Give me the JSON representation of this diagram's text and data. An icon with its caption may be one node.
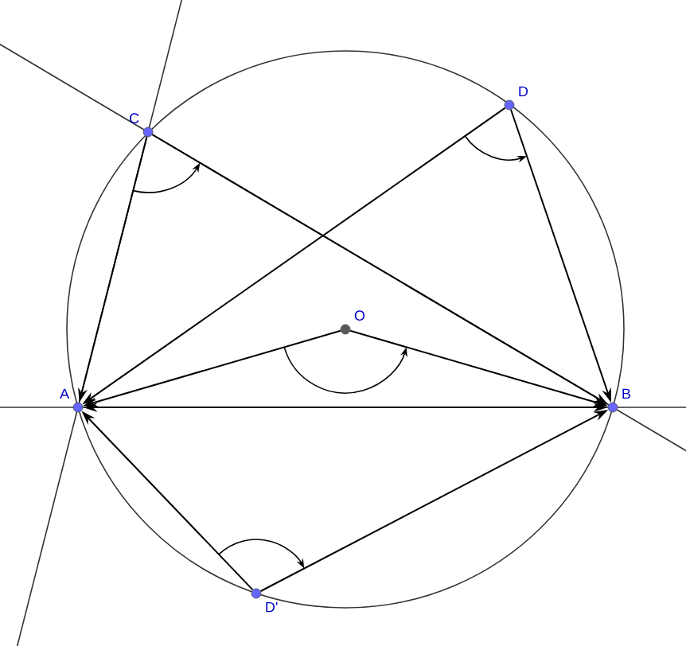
{
  "diagram": {
    "nodes": [
      {
        "text": [
          "C"
        ]
      },
      {
        "text": [
          "D"
        ]
      },
      {
        "text": [
          "O"
        ]
      },
      {
        "text": [
          "A"
        ]
      },
      {
        "text": [
          "B"
        ]
      },
      {
        "text": [
          "D'"
        ]
      }
    ],
    "edges": [
      {
        "from": 0,
        "to": 3,
        "arrow": "to"
      },
      {
        "from": 0,
        "to": 4,
        "arrow": "to"
      },
      {
        "from": 1,
        "to": 3,
        "arrow": "to"
      },
      {
        "from": 1,
        "to": 4,
        "arrow": "to"
      },
      {
        "from": 2,
        "to": 3,
        "arrow": "to"
      },
      {
        "from": 2,
        "to": 4,
        "arrow": "to"
      },
      {
        "from": 3,
        "to": 4,
        "arrow": "both"
      },
      {
        "from": 5,
        "to": 3,
        "arrow": "to"
      },
      {
        "from": 5,
        "to": 4,
        "arrow": "to"
      }
    ]
  }
}
